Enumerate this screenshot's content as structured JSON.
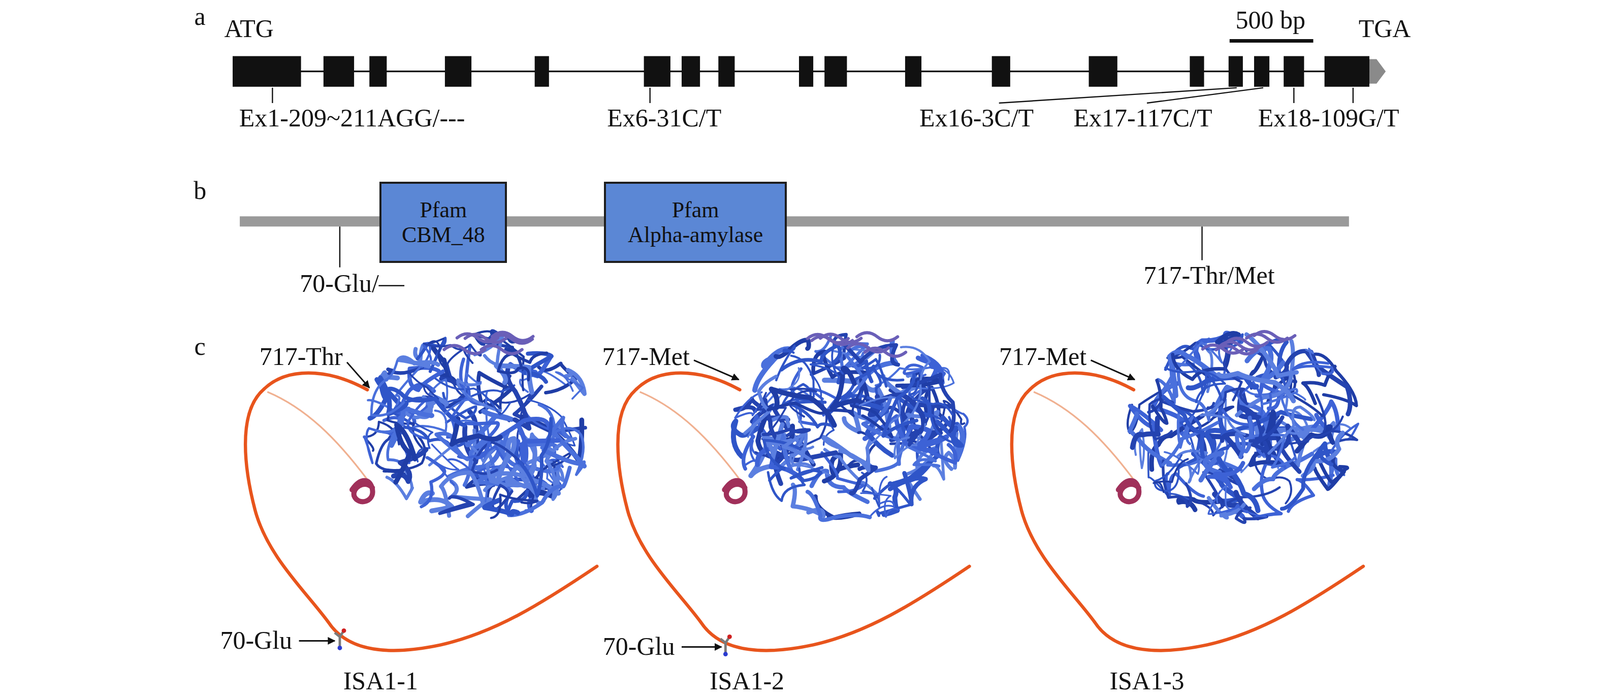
{
  "diagram": {
    "nodes": [
      {
        "text": [
          "Pfam CBM_48"
        ]
      },
      {
        "text": [
          "Pfam Alpha-amylase"
        ]
      }
    ],
    "labels": [
      "a",
      "ATG",
      "500 bp",
      "TGA",
      "Ex1-209~211AGG/---",
      "Ex6-31C/T",
      "Ex16-3C/T",
      "Ex17-117C/T",
      "Ex18-109G/T",
      "b",
      "70-Glu/—",
      "717-Thr/Met",
      "c",
      "717-Thr",
      "70-Glu",
      "ISA1-1",
      "717-Met",
      "70-Glu",
      "ISA1-2",
      "717-Met",
      "ISA1-3"
    ]
  }
}
